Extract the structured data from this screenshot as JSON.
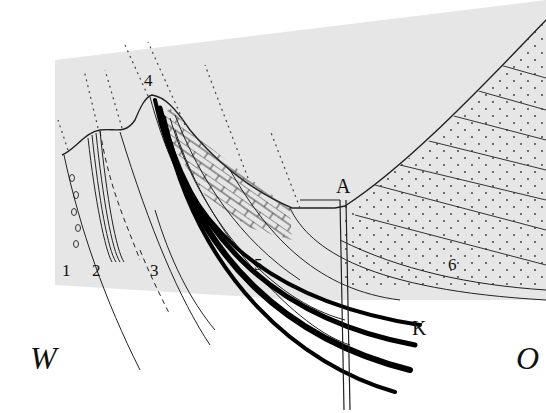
{
  "diagram": {
    "labels": [
      "1",
      "2",
      "3",
      "4",
      "5",
      "6",
      "A",
      "K",
      "W",
      "O"
    ]
  }
}
